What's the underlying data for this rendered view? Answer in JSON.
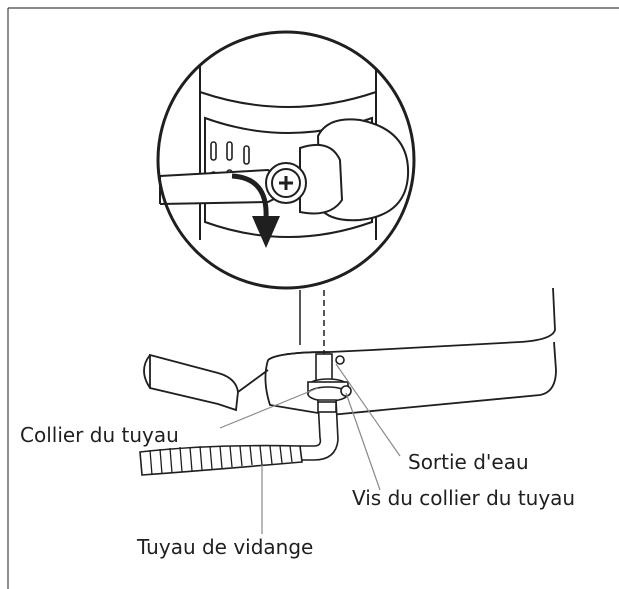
{
  "labels": {
    "hose_clamp": "Collier du tuyau",
    "water_outlet": "Sortie d'eau",
    "hose_clamp_screw": "Vis du collier du tuyau",
    "drain_hose": "Tuyau de vidange"
  },
  "colors": {
    "line": "#1f1f1f",
    "leader": "#8a8a8a",
    "background": "#ffffff",
    "frame": "#444444"
  },
  "icons": [
    "screwdriver-icon",
    "rotation-arrow-icon",
    "screw-head-icon"
  ]
}
